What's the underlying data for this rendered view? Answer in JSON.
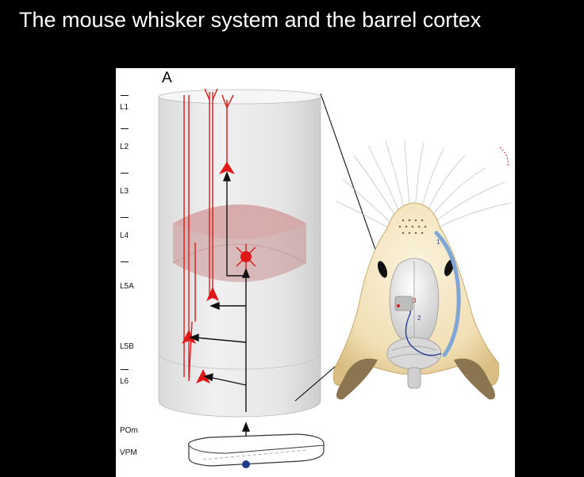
{
  "slide": {
    "title": "The mouse whisker system and the barrel cortex"
  },
  "figure": {
    "panel_label": "A",
    "layers": [
      "L1",
      "L2",
      "L3",
      "L4",
      "L5A",
      "L5B",
      "L6"
    ],
    "thalamic_nuclei": [
      "POm",
      "VPM"
    ],
    "brain_markers": [
      "1",
      "2",
      "3"
    ],
    "colors": {
      "background": "#000000",
      "neuron": "#e01818",
      "pathway": "#2a3f9a",
      "barrel_band": "#c98f90",
      "column": "#e2e2e2",
      "head_fur": "#f2e3bf",
      "nerve": "#7fa6d6"
    }
  }
}
